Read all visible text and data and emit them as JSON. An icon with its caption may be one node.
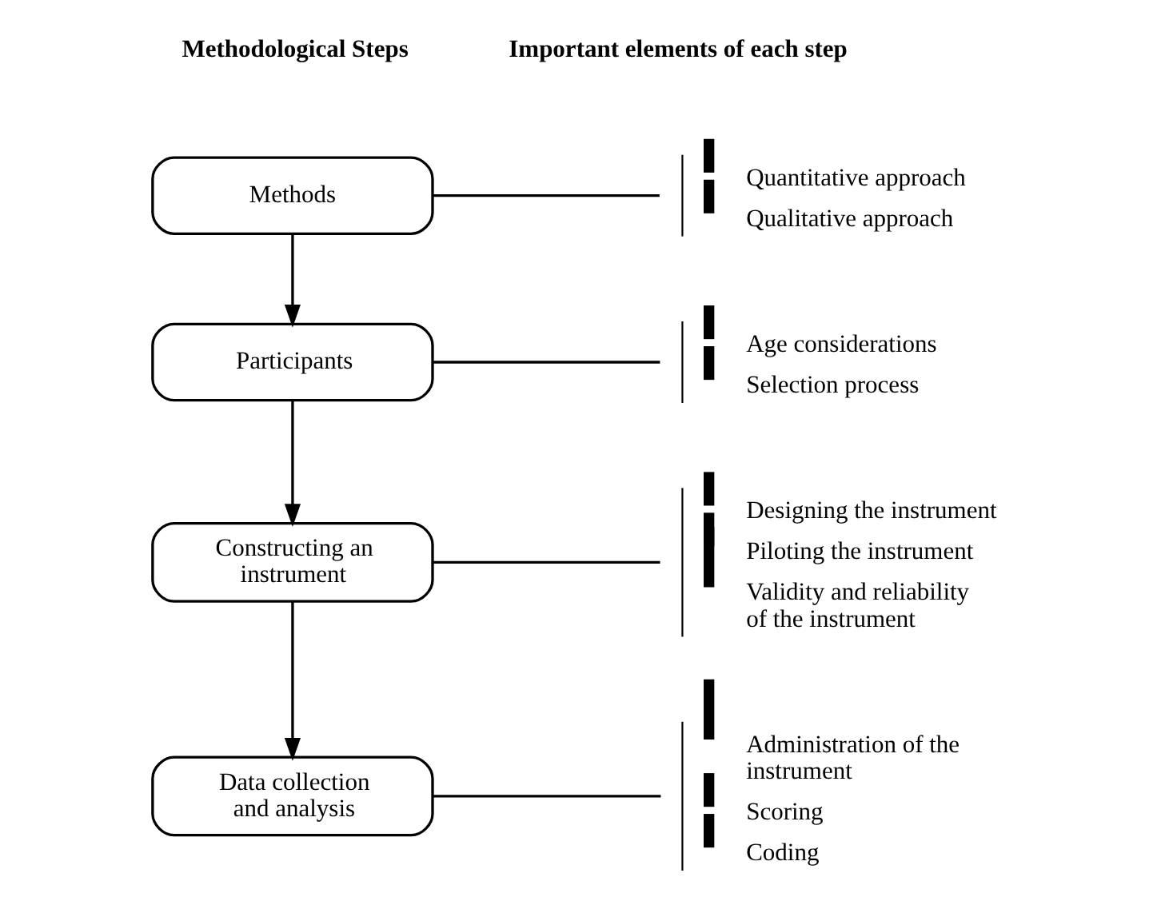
{
  "diagram": {
    "nodes": [
      {
        "text": [
          "Methods"
        ]
      },
      {
        "text": [
          "Quantitative approach",
          "Qualitative approach"
        ]
      },
      {
        "text": [
          "Participants"
        ]
      },
      {
        "text": [
          "Age considerations",
          "Selection process"
        ]
      },
      {
        "text": [
          "Constructing an instrument"
        ]
      },
      {
        "text": [
          "Designing the instrument",
          "Piloting the instrument",
          "Validity and reliability of the instrument"
        ]
      },
      {
        "text": [
          "Data collection and analysis"
        ]
      },
      {
        "text": [
          "Administration of the instrument",
          "Scoring",
          "Coding"
        ]
      }
    ],
    "edges": [
      {
        "from": 0,
        "to": 2,
        "arrow": "to"
      },
      {
        "from": 2,
        "to": 4,
        "arrow": "to"
      },
      {
        "from": 4,
        "to": 6,
        "arrow": "to"
      },
      {
        "from": 0,
        "to": 1,
        "arrow": "none"
      },
      {
        "from": 2,
        "to": 3,
        "arrow": "none"
      },
      {
        "from": 4,
        "to": 5,
        "arrow": "none"
      },
      {
        "from": 6,
        "to": 7,
        "arrow": "none"
      }
    ],
    "labels": [
      "Methodological Steps",
      "Important elements of each step"
    ]
  }
}
